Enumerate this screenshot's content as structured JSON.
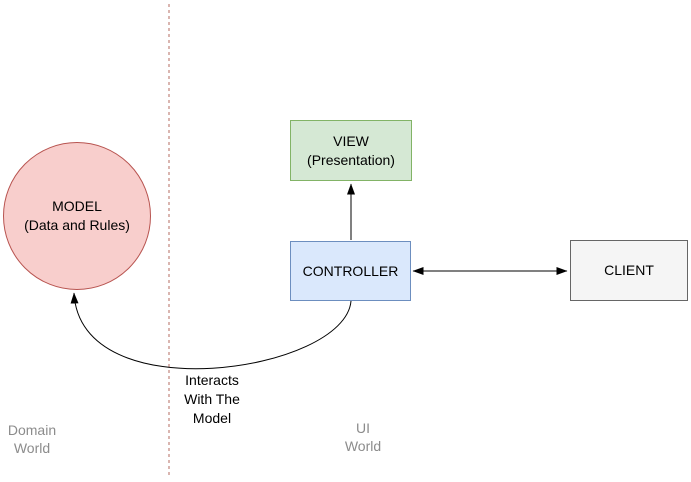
{
  "diagram": {
    "nodes": {
      "model": {
        "label": "MODEL\n(Data and Rules)",
        "shape": "circle",
        "fill": "#f8cecc",
        "border": "#b85450"
      },
      "view": {
        "label": "VIEW\n(Presentation)",
        "shape": "rectangle",
        "fill": "#d5e8d4",
        "border": "#82b366"
      },
      "controller": {
        "label": "CONTROLLER",
        "shape": "rectangle",
        "fill": "#dae8fc",
        "border": "#6c8ebf"
      },
      "client": {
        "label": "CLIENT",
        "shape": "rectangle",
        "fill": "#f5f5f5",
        "border": "#666666"
      }
    },
    "edges": [
      {
        "from": "controller",
        "to": "view",
        "direction": "one-way",
        "label": ""
      },
      {
        "from": "controller",
        "to": "client",
        "direction": "two-way",
        "label": ""
      },
      {
        "from": "controller",
        "to": "model",
        "direction": "one-way",
        "label": "Interacts\nWith The\nModel"
      }
    ],
    "regions": {
      "domain": {
        "label": "Domain\nWorld"
      },
      "ui": {
        "label": "UI\nWorld"
      }
    },
    "colors": {
      "divider": "#cb968f",
      "region_text": "#8c8c8c",
      "arrow": "#000000",
      "background": "#ffffff"
    }
  }
}
